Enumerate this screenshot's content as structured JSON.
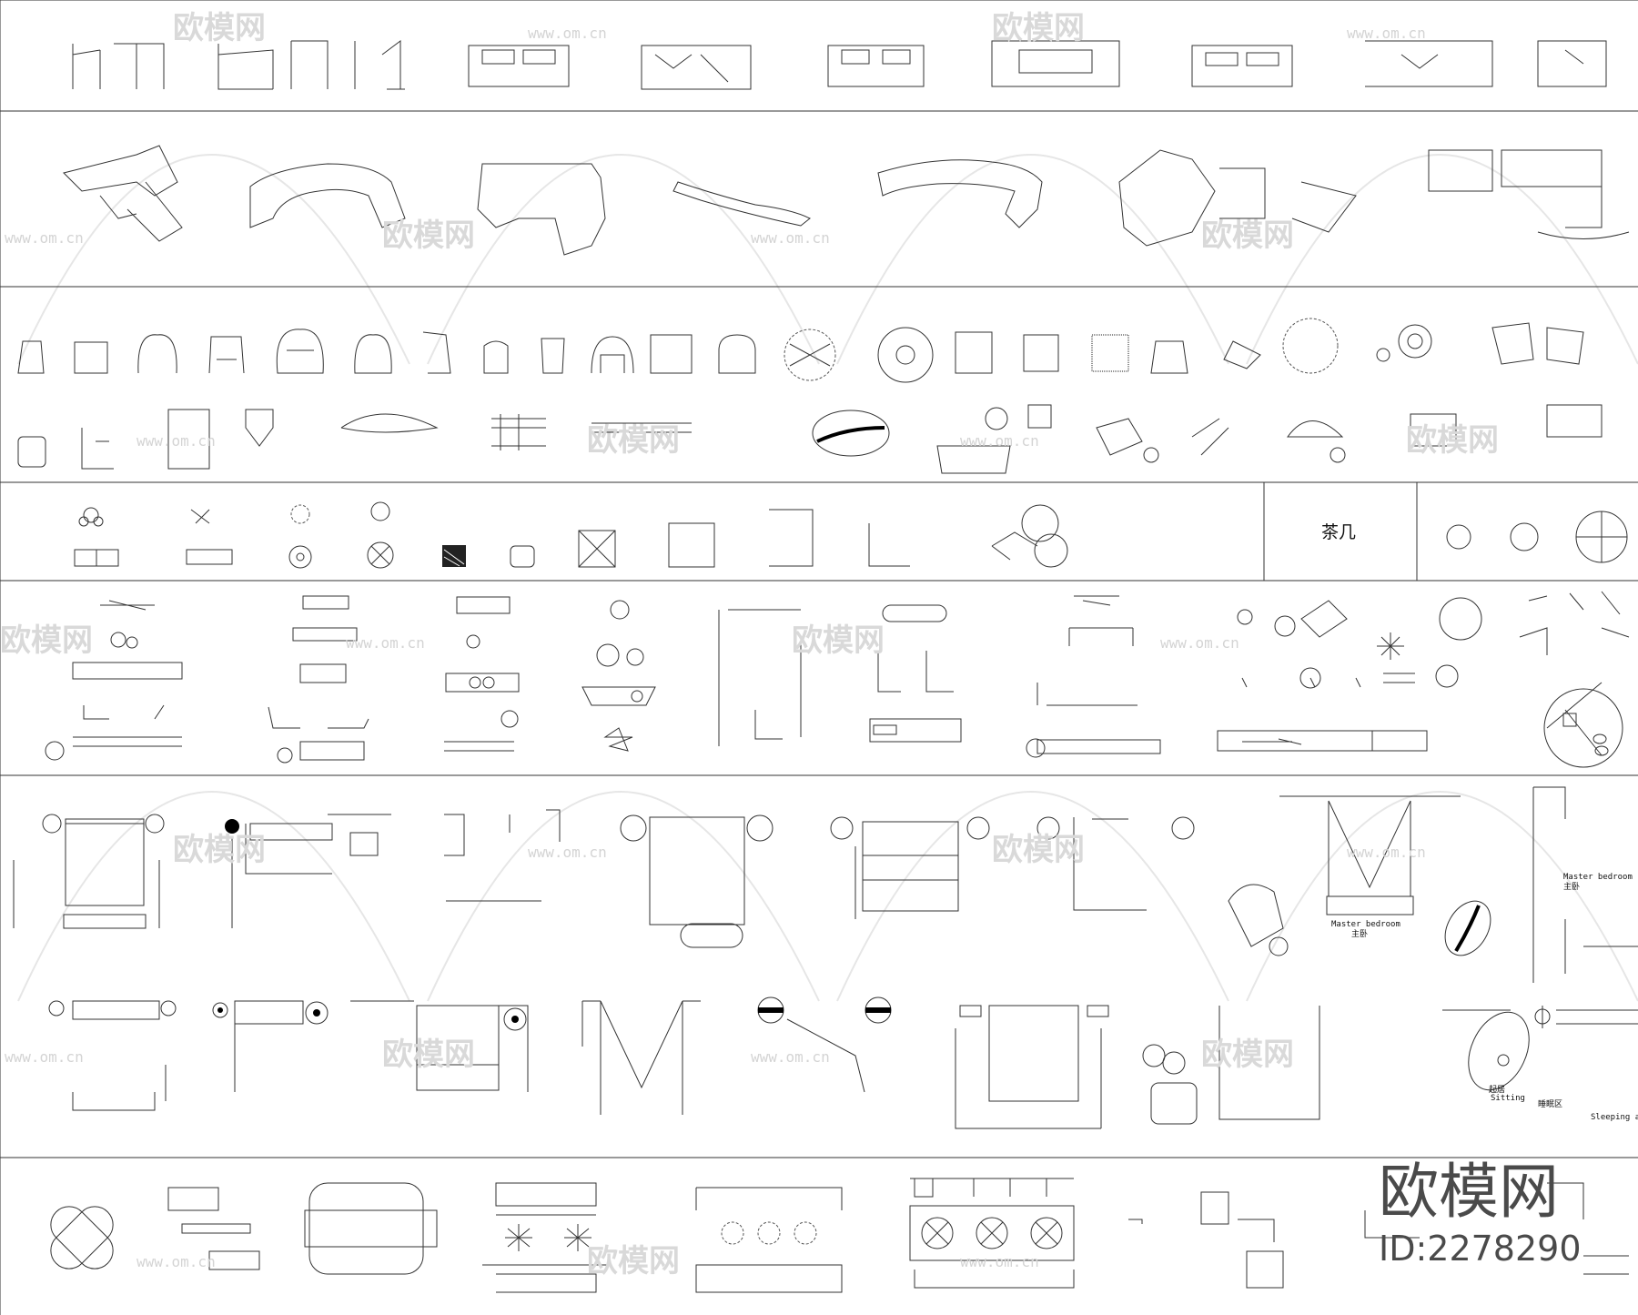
{
  "brand": {
    "name": "欧模网",
    "id_text": "ID:2278290"
  },
  "watermark": {
    "name": "欧模网",
    "url": "www.om.cn"
  },
  "labels": {
    "coffee_table": "茶几",
    "master_bedroom_en": "Master bedroom",
    "master_bedroom_cn": "主卧",
    "master_bedroom_en_2": "Master bedroom",
    "master_bedroom_cn_2": "主卧",
    "sleeping_area_cn": "睡眠区",
    "sleeping_area_en": "Sleeping ar",
    "sitting_cn": "起居",
    "sitting_en": "Sitting"
  },
  "colors": {
    "line": "#333333",
    "watermark": "#d9d9d9",
    "brand": "#4a4a4a"
  }
}
